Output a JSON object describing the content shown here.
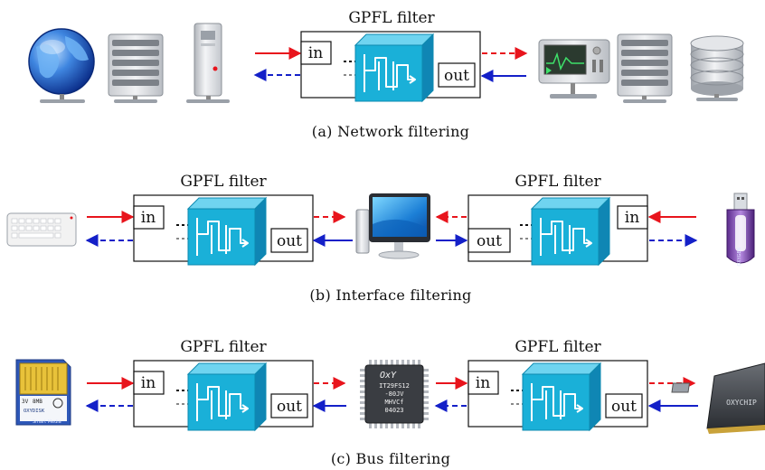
{
  "filter_title": "GPFL filter",
  "port_in": "in",
  "port_out": "out",
  "captions": {
    "a": "(a)  Network filtering",
    "b": "(b)  Interface filtering",
    "c": "(c)  Bus filtering"
  },
  "chip_text": {
    "brand": "OxY",
    "line1": "IT29FS12",
    "line2": "-80JV",
    "line3": "MHVCf",
    "line4": "04023"
  },
  "cpu_brand": "OXYCHIP",
  "card_text": {
    "volt": "3V",
    "size": "8MB",
    "brand": "OXYDISK",
    "label": "Smart Media"
  },
  "usb_brand": "OXYGEN",
  "colors": {
    "forward": "#e8141c",
    "reverse": "#1420c8",
    "block": "#1ab0d8"
  }
}
